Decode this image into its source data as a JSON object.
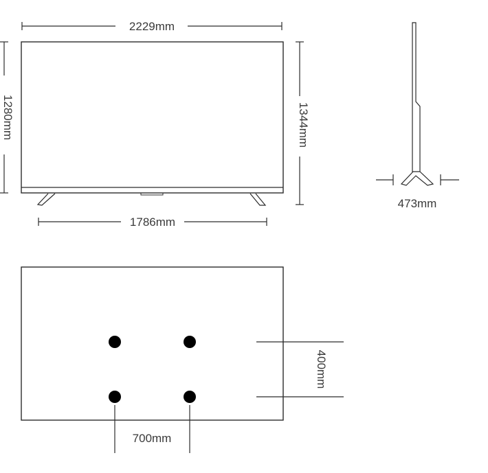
{
  "labels": {
    "overall_width": "2229mm",
    "screen_height": "1280mm",
    "overall_height": "1344mm",
    "stand_span": "1786mm",
    "stand_depth": "473mm",
    "vesa_vertical": "400mm",
    "vesa_horizontal": "700mm"
  },
  "colors": {
    "line": "#2b2b2b",
    "text": "#3a3a3a",
    "hole": "#000000"
  }
}
